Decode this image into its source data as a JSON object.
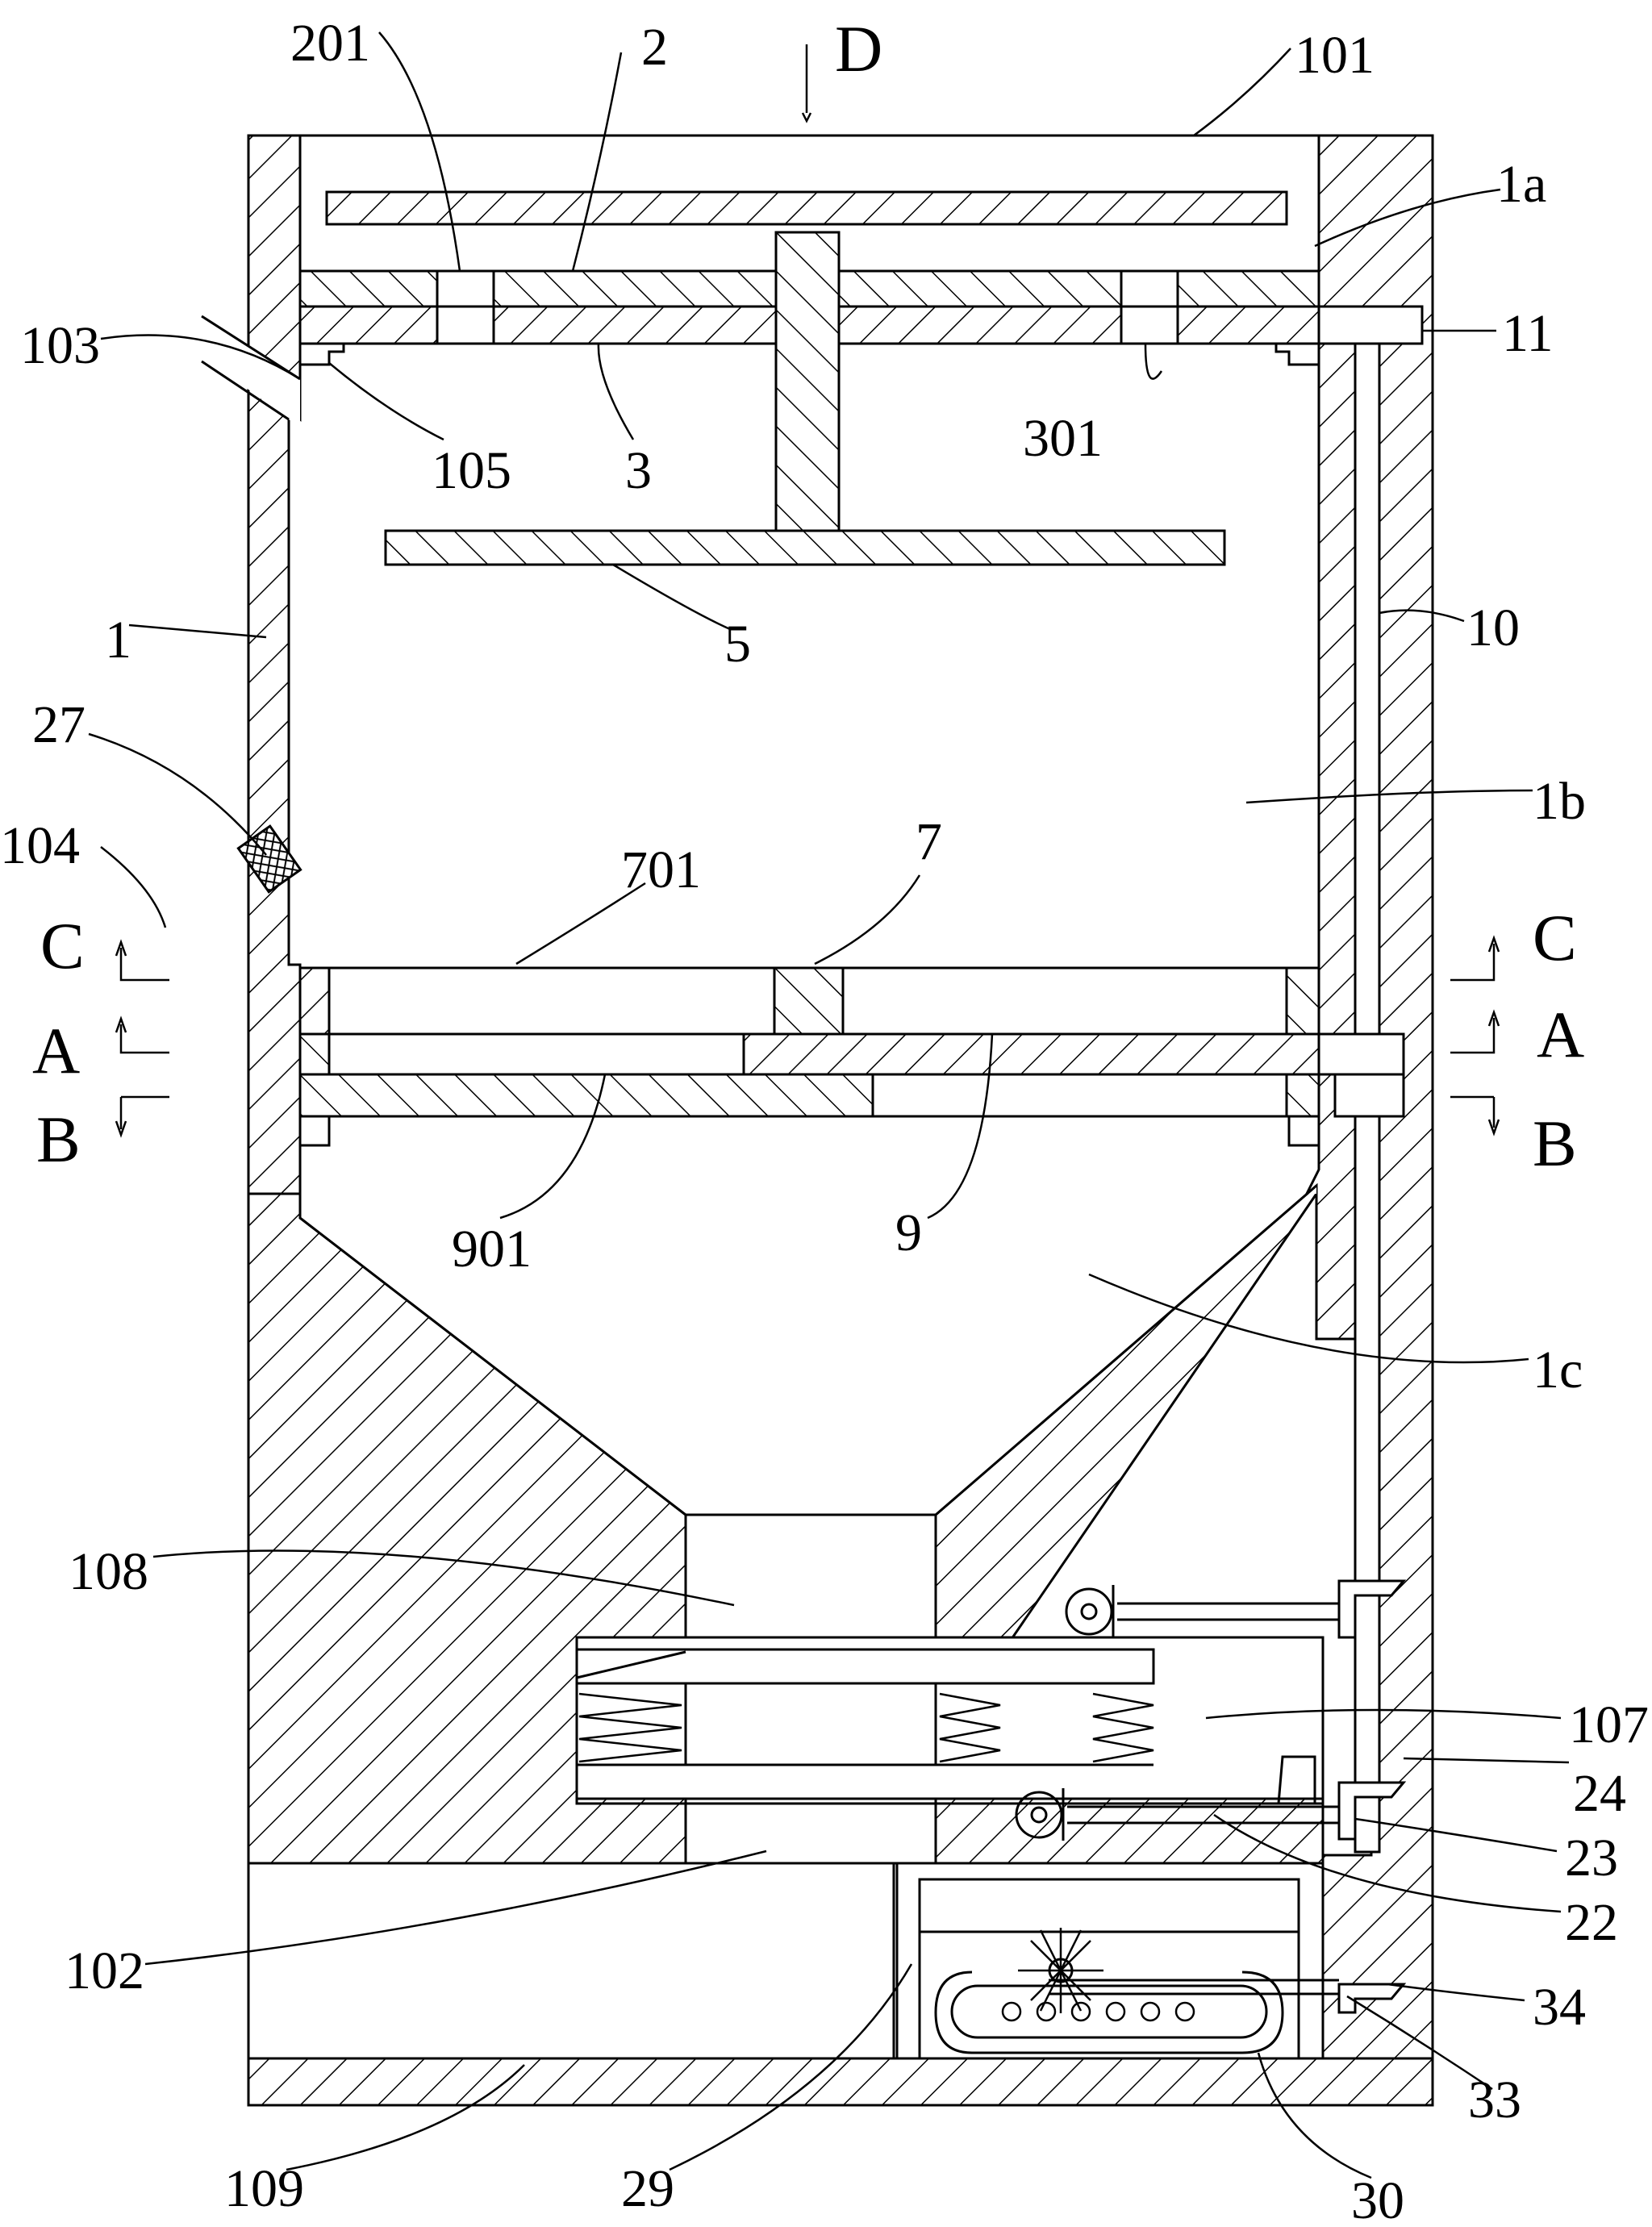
{
  "view_arrow": "D",
  "section_markers": {
    "c": "C",
    "a": "A",
    "b": "B"
  },
  "labels": {
    "l201": "201",
    "l2": "2",
    "l101": "101",
    "l1a": "1a",
    "l103": "103",
    "l11": "11",
    "l105": "105",
    "l3": "3",
    "l301": "301",
    "l1": "1",
    "l5": "5",
    "l10": "10",
    "l27": "27",
    "l1b": "1b",
    "l104": "104",
    "l701": "701",
    "l7": "7",
    "l901": "901",
    "l9": "9",
    "l1c": "1c",
    "l108": "108",
    "l107": "107",
    "l24": "24",
    "l23": "23",
    "l22": "22",
    "l102": "102",
    "l34": "34",
    "l33": "33",
    "l109": "109",
    "l29": "29",
    "l30": "30"
  }
}
